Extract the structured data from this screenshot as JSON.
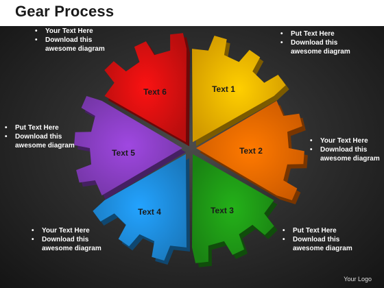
{
  "title": "Gear Process",
  "colors": {
    "background": "#2e2e2e",
    "segment_1": "#f6b400",
    "segment_2": "#f06a00",
    "segment_3": "#1f9a16",
    "segment_4": "#1e8ee0",
    "segment_5": "#8a3fc4",
    "segment_6": "#d91010"
  },
  "segments": [
    {
      "label": "Text 1",
      "color": "#f6b400"
    },
    {
      "label": "Text 2",
      "color": "#f06a00"
    },
    {
      "label": "Text 3",
      "color": "#1f9a16"
    },
    {
      "label": "Text 4",
      "color": "#1e8ee0"
    },
    {
      "label": "Text 5",
      "color": "#8a3fc4"
    },
    {
      "label": "Text 6",
      "color": "#d91010"
    }
  ],
  "callouts": [
    {
      "line1": "Your Text Here",
      "line2": "Download this",
      "line3": "awesome diagram"
    },
    {
      "line1": "Put Text Here",
      "line2": "Download this",
      "line3": "awesome diagram"
    },
    {
      "line1": "Put Text Here",
      "line2": "Download this",
      "line3": "awesome diagram"
    },
    {
      "line1": "Your Text Here",
      "line2": "Download this",
      "line3": "awesome diagram"
    },
    {
      "line1": "Your Text Here",
      "line2": "Download this",
      "line3": "awesome diagram"
    },
    {
      "line1": "Put Text Here",
      "line2": "Download this",
      "line3": "awesome diagram"
    }
  ],
  "logo": "Your Logo"
}
